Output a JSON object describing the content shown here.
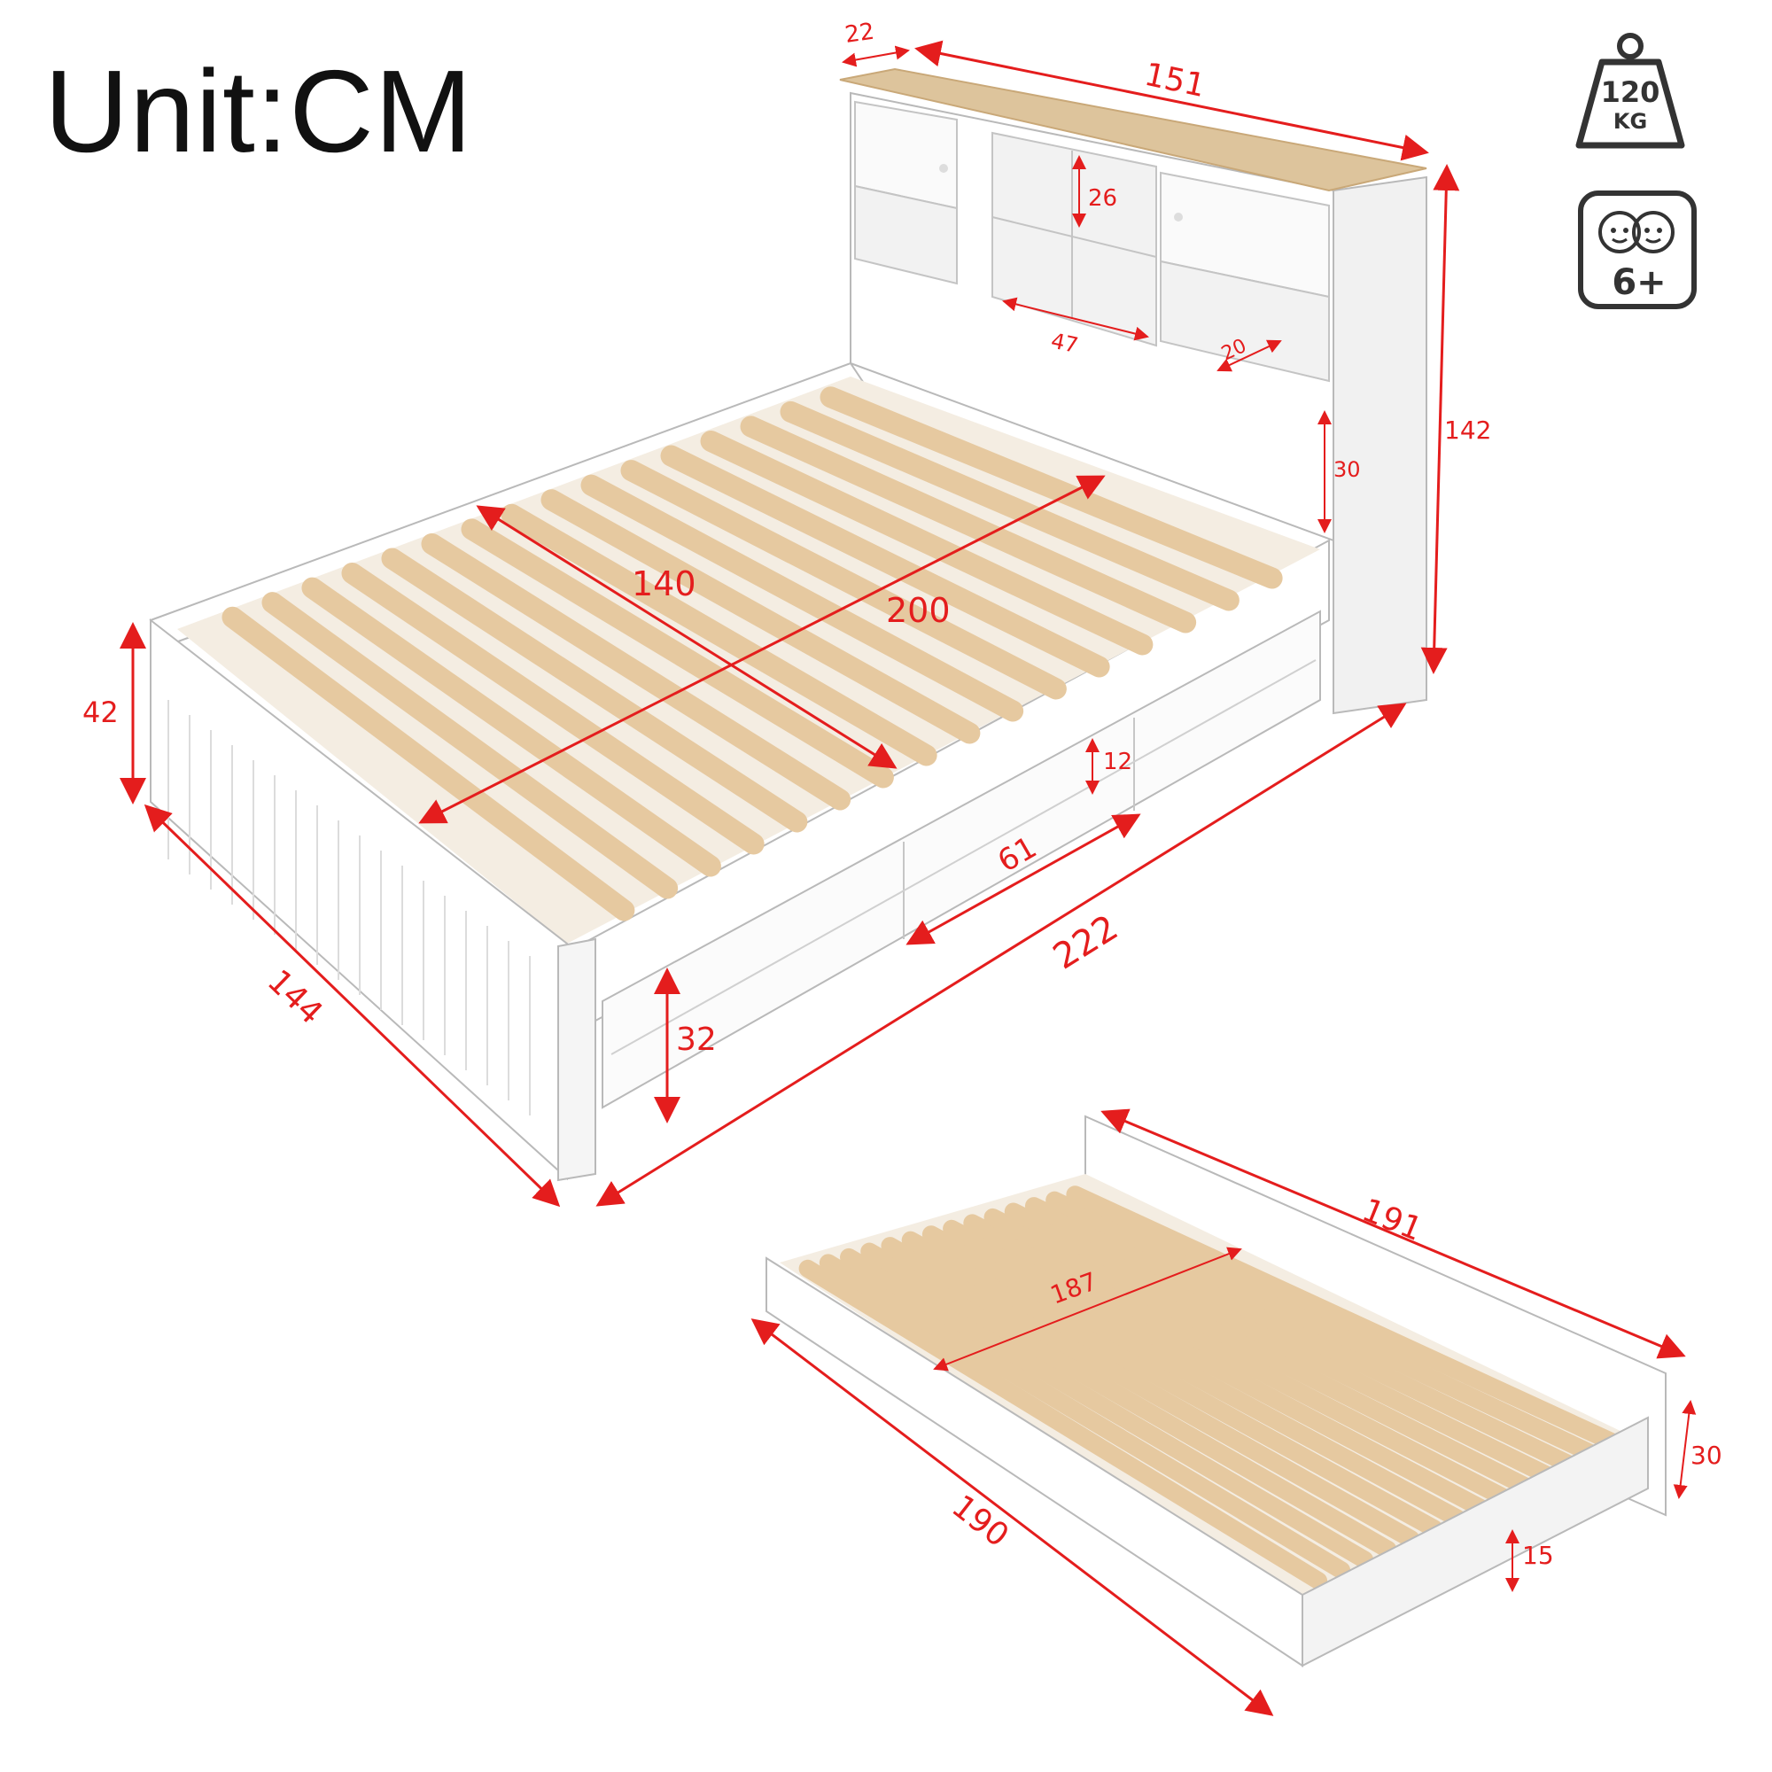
{
  "unit_label": "Unit:CM",
  "colors": {
    "dimension": "#e41d1d",
    "frame": "#ffffff",
    "frame_line": "#b9b9b9",
    "slat": "#e6c9a0",
    "slat_edge": "#c9a878",
    "wood_top": "#ddc49c"
  },
  "badges": {
    "weight": {
      "icon": "weight-icon",
      "value": "120",
      "unit": "KG"
    },
    "age": {
      "icon": "children-icon",
      "value": "6+"
    }
  },
  "bed_dimensions": {
    "headboard_depth": "22",
    "headboard_width": "151",
    "headboard_height": "142",
    "shelf_height": "26",
    "shelf_width": "47",
    "shelf_depth": "20",
    "headboard_gap": "30",
    "mattress_width": "140",
    "mattress_length": "200",
    "bed_height": "42",
    "bed_width": "144",
    "bed_length": "222",
    "drawer_width": "61",
    "drawer_depth": "12",
    "drawer_height": "32"
  },
  "trundle_dimensions": {
    "length": "191",
    "inner_length": "187",
    "width": "190",
    "height": "30",
    "clearance": "15"
  }
}
